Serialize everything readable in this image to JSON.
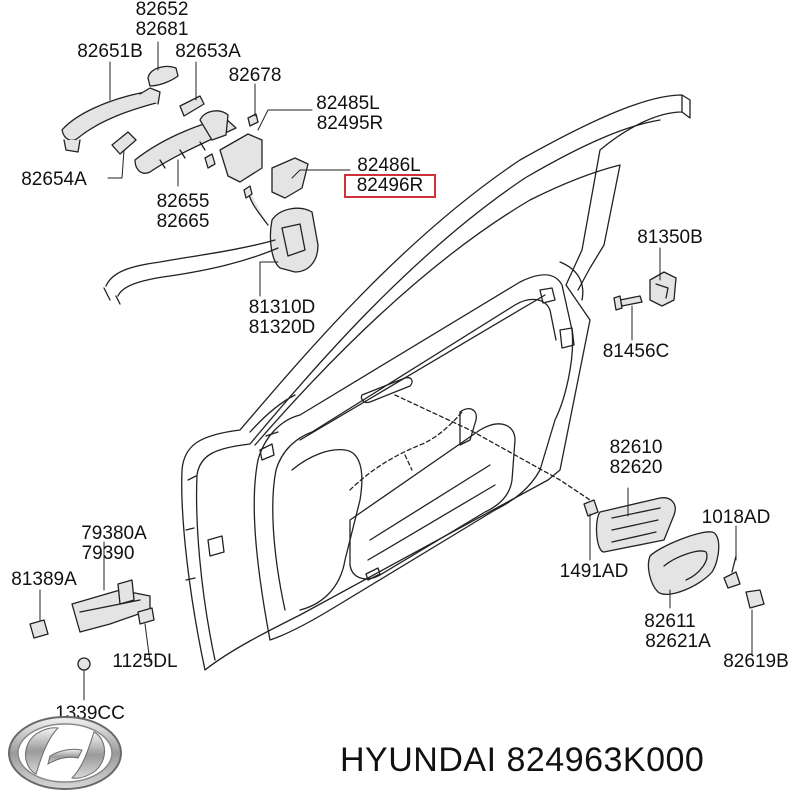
{
  "labels": {
    "l82652": "82652",
    "l82681": "82681",
    "l82651B": "82651B",
    "l82653A": "82653A",
    "l82678": "82678",
    "l82485L": "82485L",
    "l82495R": "82495R",
    "l82486L": "82486L",
    "l82496R": "82496R",
    "l82654A": "82654A",
    "l82655": "82655",
    "l82665": "82665",
    "l81310D": "81310D",
    "l81320D": "81320D",
    "l81350B": "81350B",
    "l81456C": "81456C",
    "l82610": "82610",
    "l82620": "82620",
    "l1018AD": "1018AD",
    "l1491AD": "1491AD",
    "l79380A": "79380A",
    "l79390": "79390",
    "l81389A": "81389A",
    "l1125DL": "1125DL",
    "l1339CC": "1339CC",
    "l82611": "82611",
    "l82621A": "82621A",
    "l82619B": "82619B"
  },
  "brand": {
    "caption": "HYUNDAI 824963K000"
  },
  "icons": {
    "logo": "hyundai-logo-icon"
  },
  "colors": {
    "highlight": "#d0303a",
    "line": "#222222",
    "part_fill": "#e4e4e4"
  }
}
